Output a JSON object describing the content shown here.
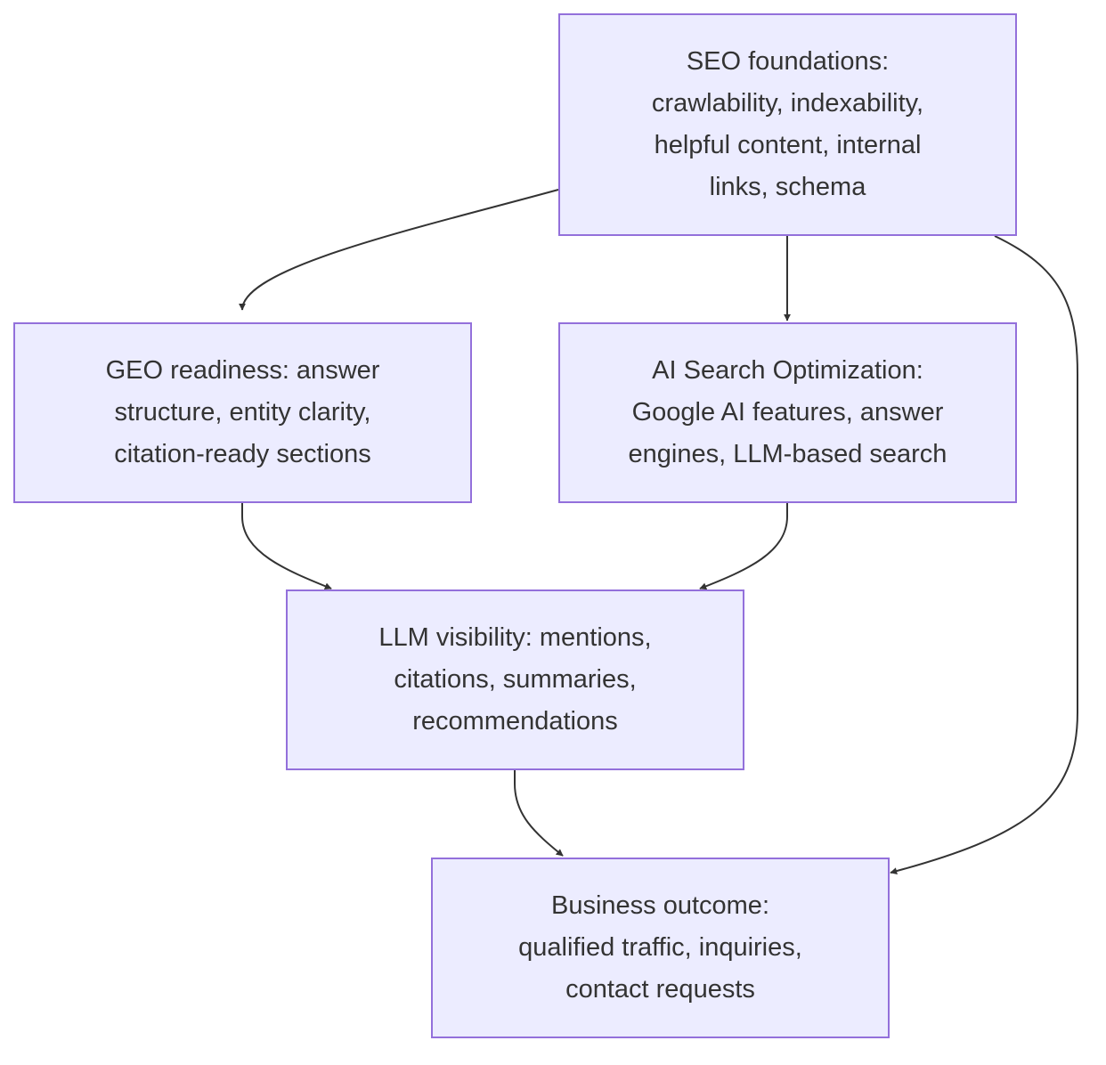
{
  "diagram": {
    "colors": {
      "node_fill": "#ECECFF",
      "node_stroke": "#9370DB",
      "text": "#333333",
      "edge": "#333333"
    },
    "nodes": {
      "seo": {
        "label": "SEO foundations:\ncrawlability, indexability,\nhelpful content, internal\nlinks, schema"
      },
      "geo": {
        "label": "GEO readiness: answer\nstructure, entity clarity,\ncitation-ready sections"
      },
      "ai": {
        "label": "AI Search Optimization:\nGoogle AI features, answer\nengines, LLM-based search"
      },
      "llm": {
        "label": "LLM visibility: mentions,\ncitations, summaries,\nrecommendations"
      },
      "biz": {
        "label": "Business outcome:\nqualified traffic, inquiries,\ncontact requests"
      }
    },
    "edges": [
      {
        "from": "seo",
        "to": "geo"
      },
      {
        "from": "seo",
        "to": "ai"
      },
      {
        "from": "seo",
        "to": "biz"
      },
      {
        "from": "geo",
        "to": "llm"
      },
      {
        "from": "ai",
        "to": "llm"
      },
      {
        "from": "llm",
        "to": "biz"
      }
    ]
  }
}
